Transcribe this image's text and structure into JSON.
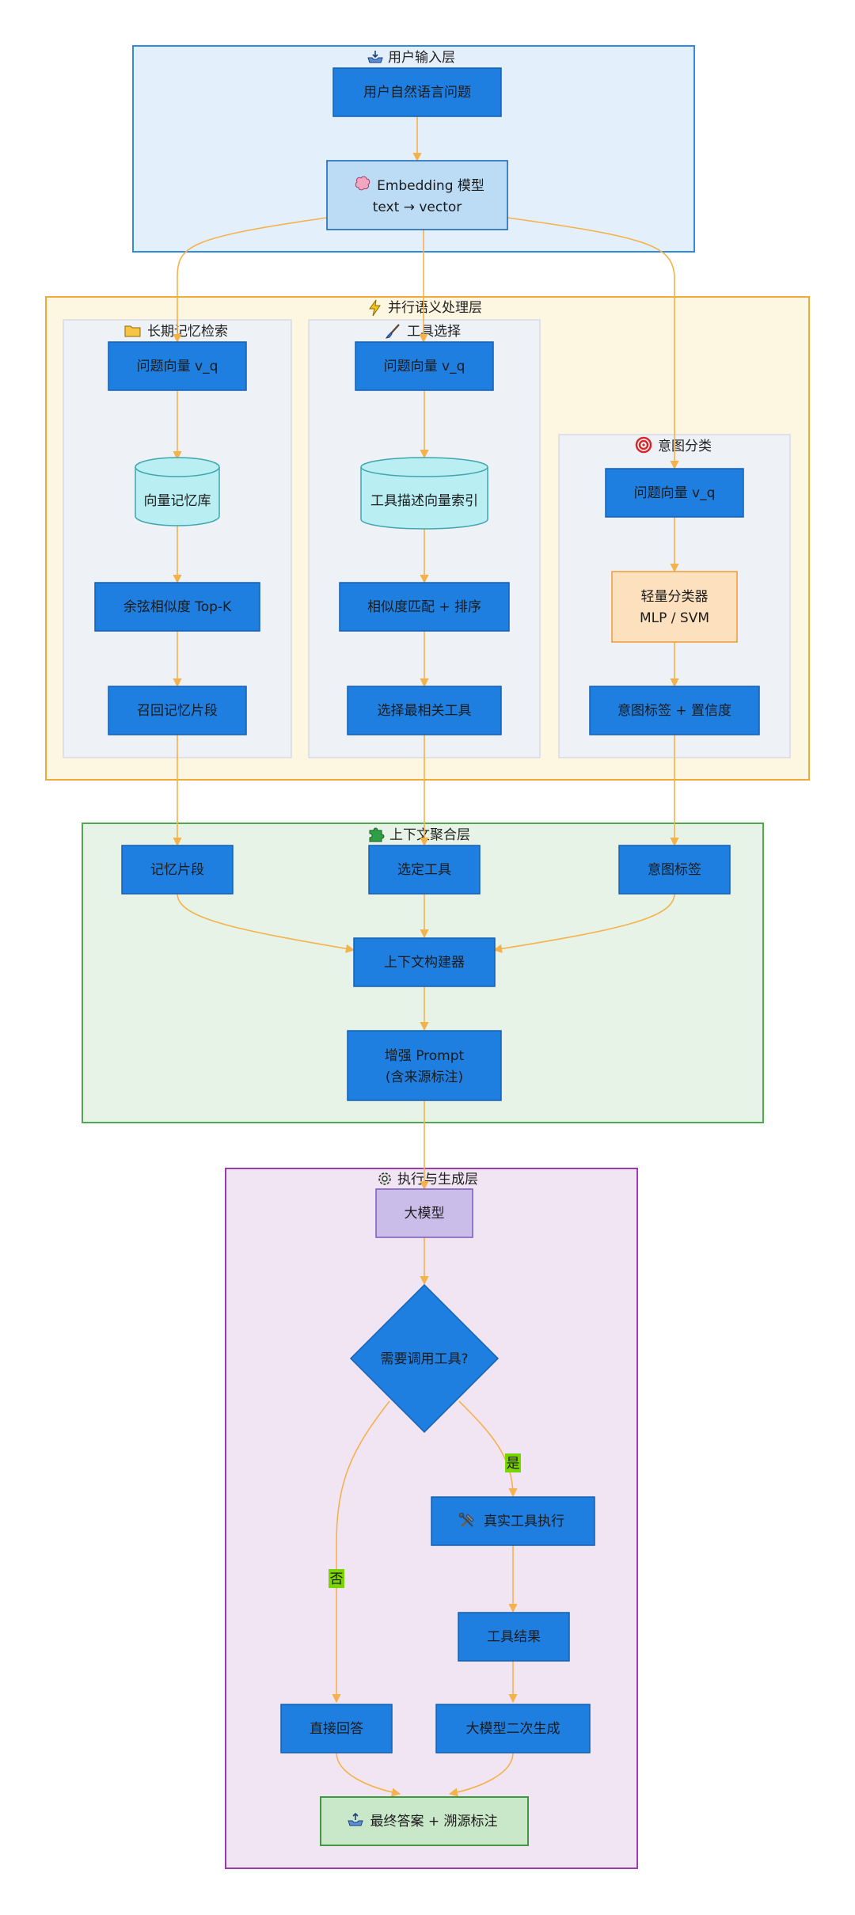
{
  "layers": {
    "input": {
      "title": "用户输入层",
      "icon": "inbox-tray-icon"
    },
    "semantic": {
      "title": "并行语义处理层",
      "icon": "lightning-icon"
    },
    "memory": {
      "title": "长期记忆检索",
      "icon": "folder-icon"
    },
    "tools": {
      "title": "工具选择",
      "icon": "paintbrush-icon"
    },
    "intent": {
      "title": "意图分类",
      "icon": "target-icon"
    },
    "context": {
      "title": "上下文聚合层",
      "icon": "puzzle-piece-icon"
    },
    "execution": {
      "title": "执行与生成层",
      "icon": "gear-icon"
    }
  },
  "nodes": {
    "user_question": "用户自然语言问题",
    "embedding_line1": "Embedding 模型",
    "embedding_line2": "text → vector",
    "mem_query": "问题向量 v_q",
    "mem_db": "向量记忆库",
    "mem_cosine": "余弦相似度 Top-K",
    "mem_recall": "召回记忆片段",
    "tool_query": "问题向量 v_q",
    "tool_index": "工具描述向量索引",
    "tool_match": "相似度匹配 + 排序",
    "tool_select": "选择最相关工具",
    "intent_query": "问题向量 v_q",
    "intent_classifier_line1": "轻量分类器",
    "intent_classifier_line2": "MLP / SVM",
    "intent_label_conf": "意图标签 + 置信度",
    "ctx_memory": "记忆片段",
    "ctx_tool": "选定工具",
    "ctx_intent": "意图标签",
    "ctx_builder": "上下文构建器",
    "prompt_line1": "增强 Prompt",
    "prompt_line2": "(含来源标注)",
    "llm": "大模型",
    "decision": "需要调用工具?",
    "tool_exec": "真实工具执行",
    "tool_result": "工具结果",
    "direct_answer": "直接回答",
    "llm_second": "大模型二次生成",
    "final_answer": "最终答案 + 溯源标注"
  },
  "edge_labels": {
    "yes": "是",
    "no": "否"
  },
  "colors": {
    "input_bg": "#e3effb",
    "input_border": "#2f8ae0",
    "semantic_bg": "#fdf6e1",
    "semantic_border": "#f2a93b",
    "inner_bg": "#eef1f6",
    "inner_border": "#d6dbe6",
    "context_bg": "#e6f3e6",
    "context_border": "#4fa74f",
    "exec_bg": "#f1e4f3",
    "exec_border": "#9a3bb0",
    "node_blue": "#1e7fe0",
    "node_blue_border": "#1560b0",
    "cylinder": "#b9eef2",
    "cylinder_border": "#3ea6ad",
    "embedding": "#bcdcf6",
    "classifier": "#fde0bd",
    "classifier_border": "#ef9b39",
    "llm": "#cbbde9",
    "llm_border": "#7c5bb8",
    "final": "#c9e7c9",
    "final_border": "#3f9a3f",
    "edge": "#f5b24a",
    "edge_label": "#7ad400"
  }
}
